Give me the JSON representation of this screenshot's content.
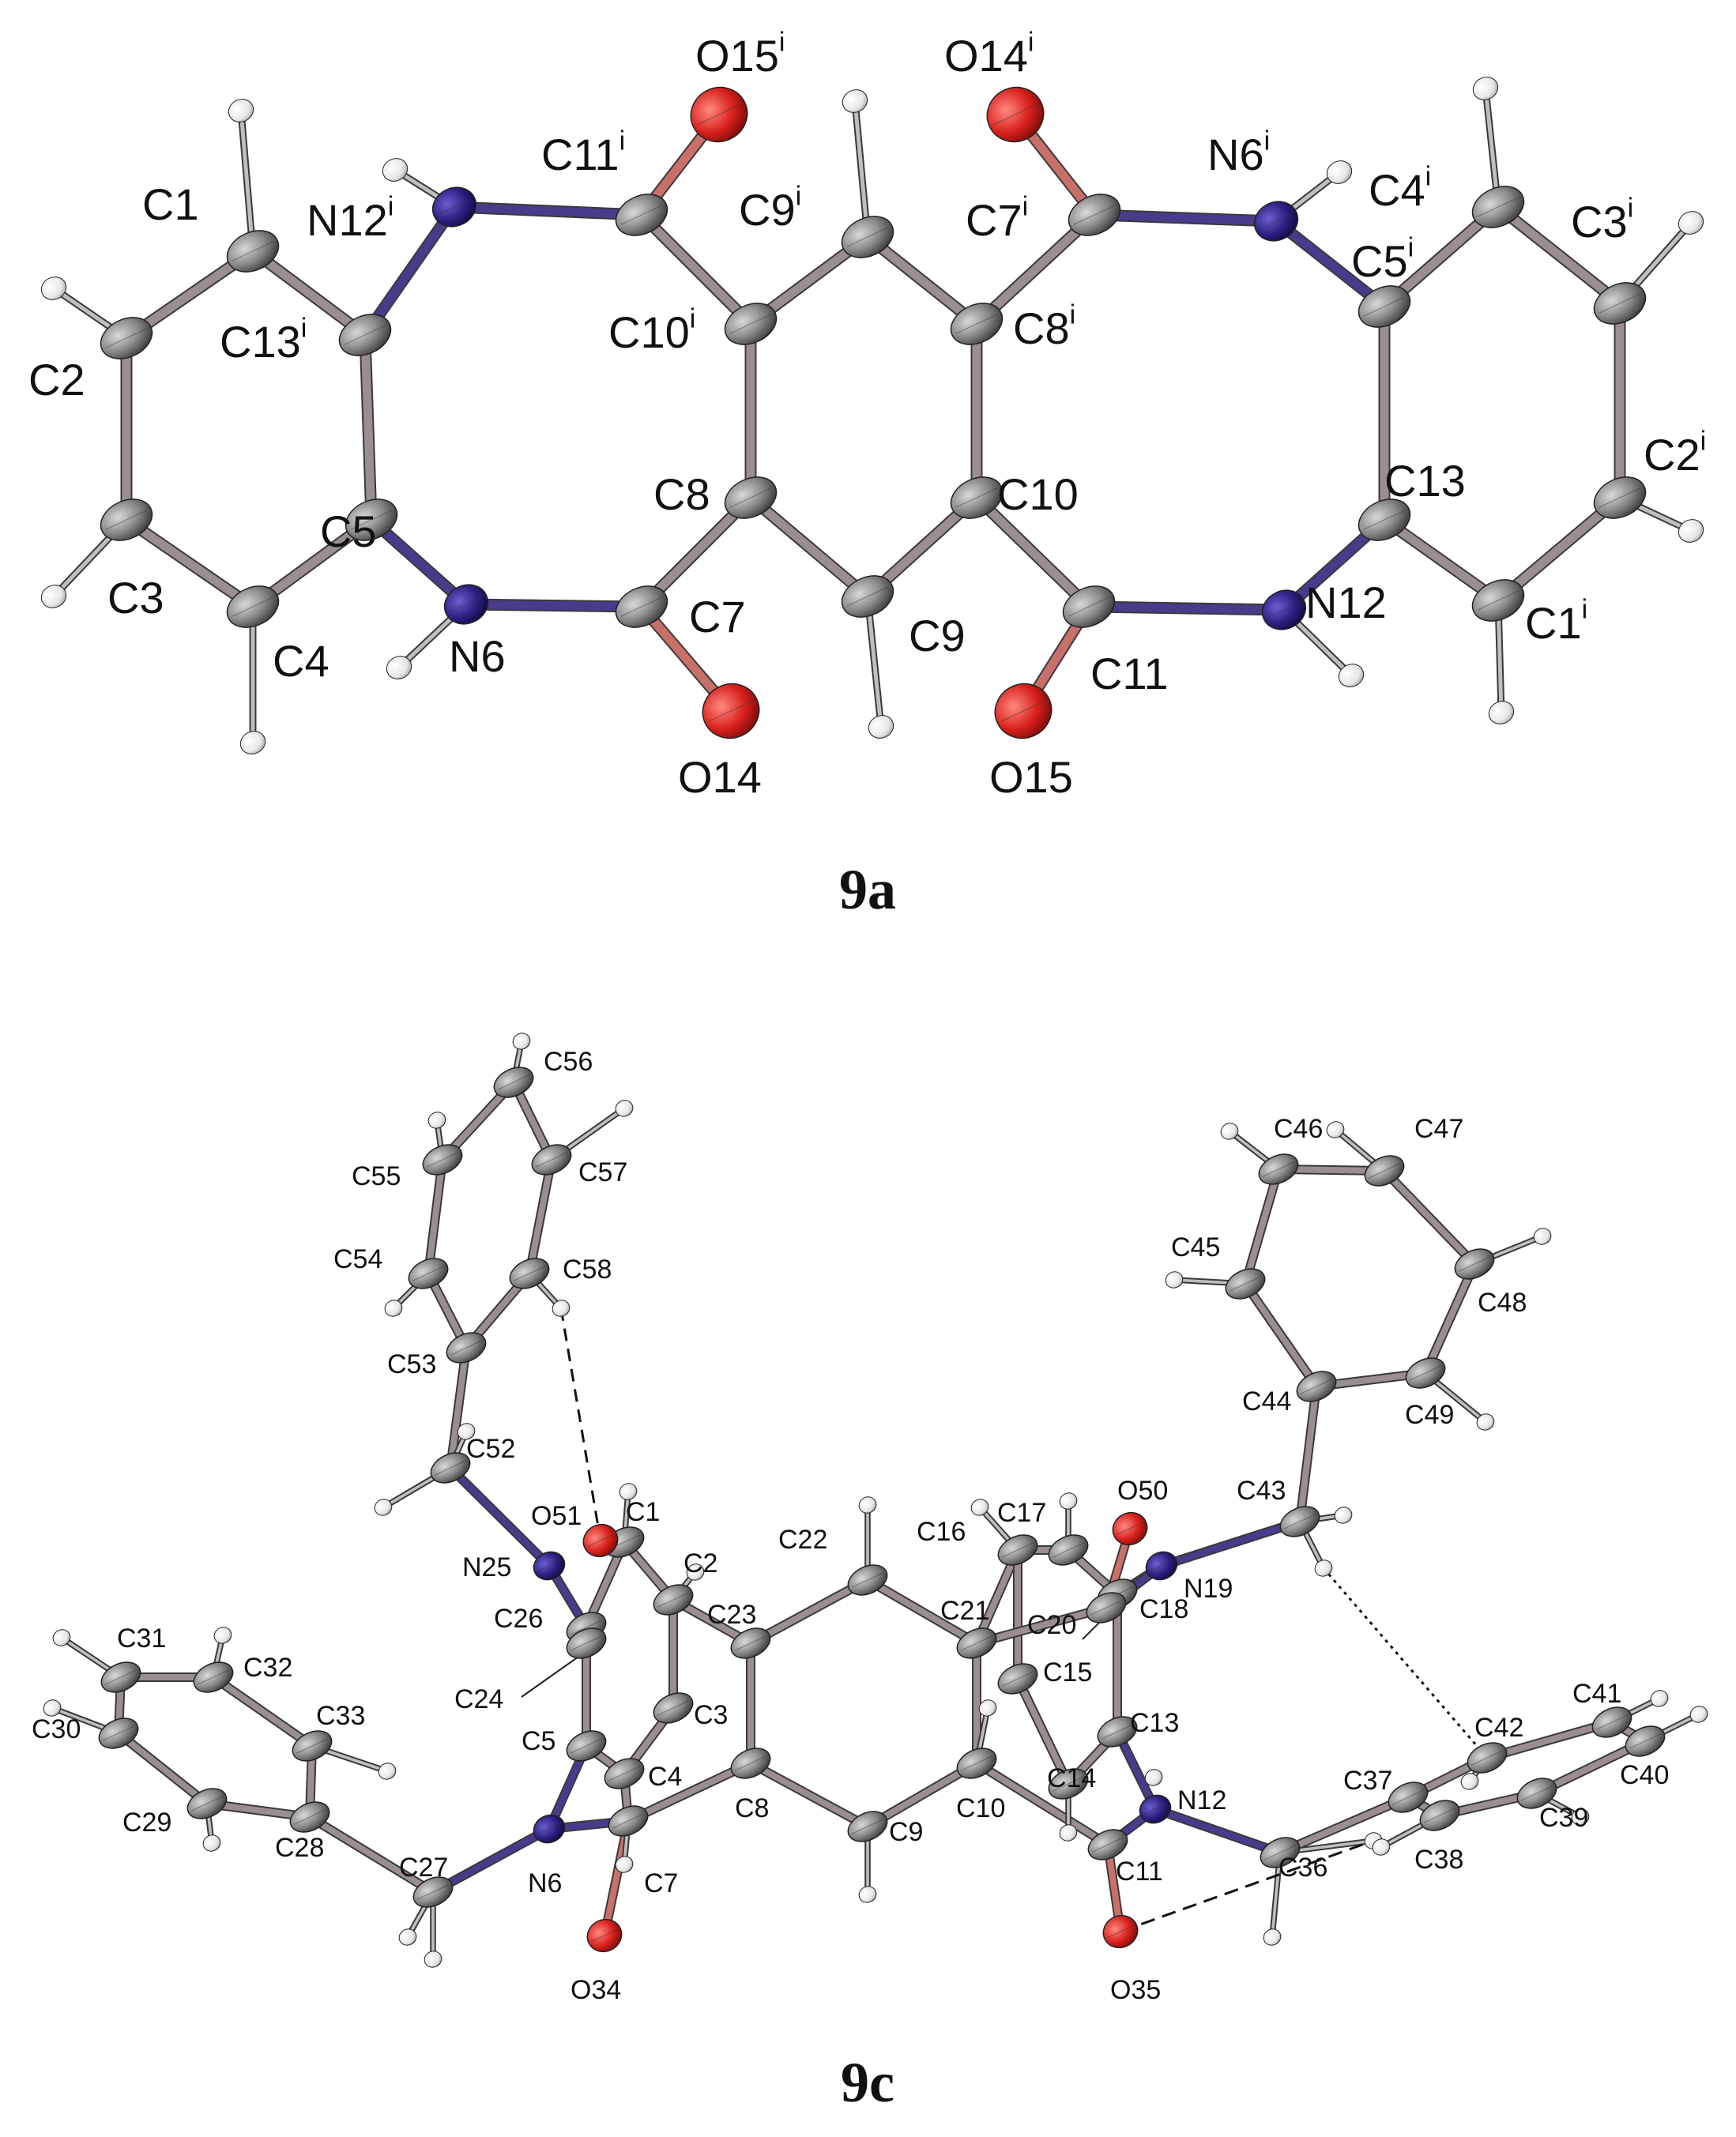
{
  "figure_a": {
    "caption": "9a",
    "labels": [
      "C1",
      "C2",
      "C3",
      "C4",
      "C5",
      "N6",
      "C7",
      "C8",
      "C9",
      "C10",
      "C11",
      "N12",
      "C13",
      "O14",
      "O15"
    ],
    "labels_i": [
      "O15",
      "O14",
      "C11",
      "C9",
      "C7",
      "N6",
      "C4",
      "C5",
      "C3",
      "C10",
      "C8",
      "C2",
      "C1",
      "N12",
      "C13"
    ],
    "sup": "i"
  },
  "figure_c": {
    "caption": "9c",
    "labels": [
      "C1",
      "C2",
      "C3",
      "C4",
      "C5",
      "N6",
      "C7",
      "C8",
      "C9",
      "C10",
      "C11",
      "N12",
      "C13",
      "C14",
      "C15",
      "C16",
      "C17",
      "C18",
      "N19",
      "C20",
      "C21",
      "C22",
      "C23",
      "C24",
      "N25",
      "C26",
      "C27",
      "C28",
      "C29",
      "C30",
      "C31",
      "C32",
      "C33",
      "O34",
      "O35",
      "C36",
      "C37",
      "C38",
      "C39",
      "C40",
      "C41",
      "C42",
      "C43",
      "C44",
      "C45",
      "C46",
      "C47",
      "C48",
      "C49",
      "O50",
      "O51",
      "C52",
      "C53",
      "C54",
      "C55",
      "C56",
      "C57",
      "C58"
    ]
  },
  "atom_colors": {
    "carbon": "#8e8e8e",
    "nitrogen": "#2a2080",
    "oxygen": "#d8201c",
    "hydrogen": "#eeeeee"
  },
  "bond_colors": {
    "cc": "#9a8e90",
    "cn": "#4a3a8c",
    "co": "#c9706a"
  }
}
